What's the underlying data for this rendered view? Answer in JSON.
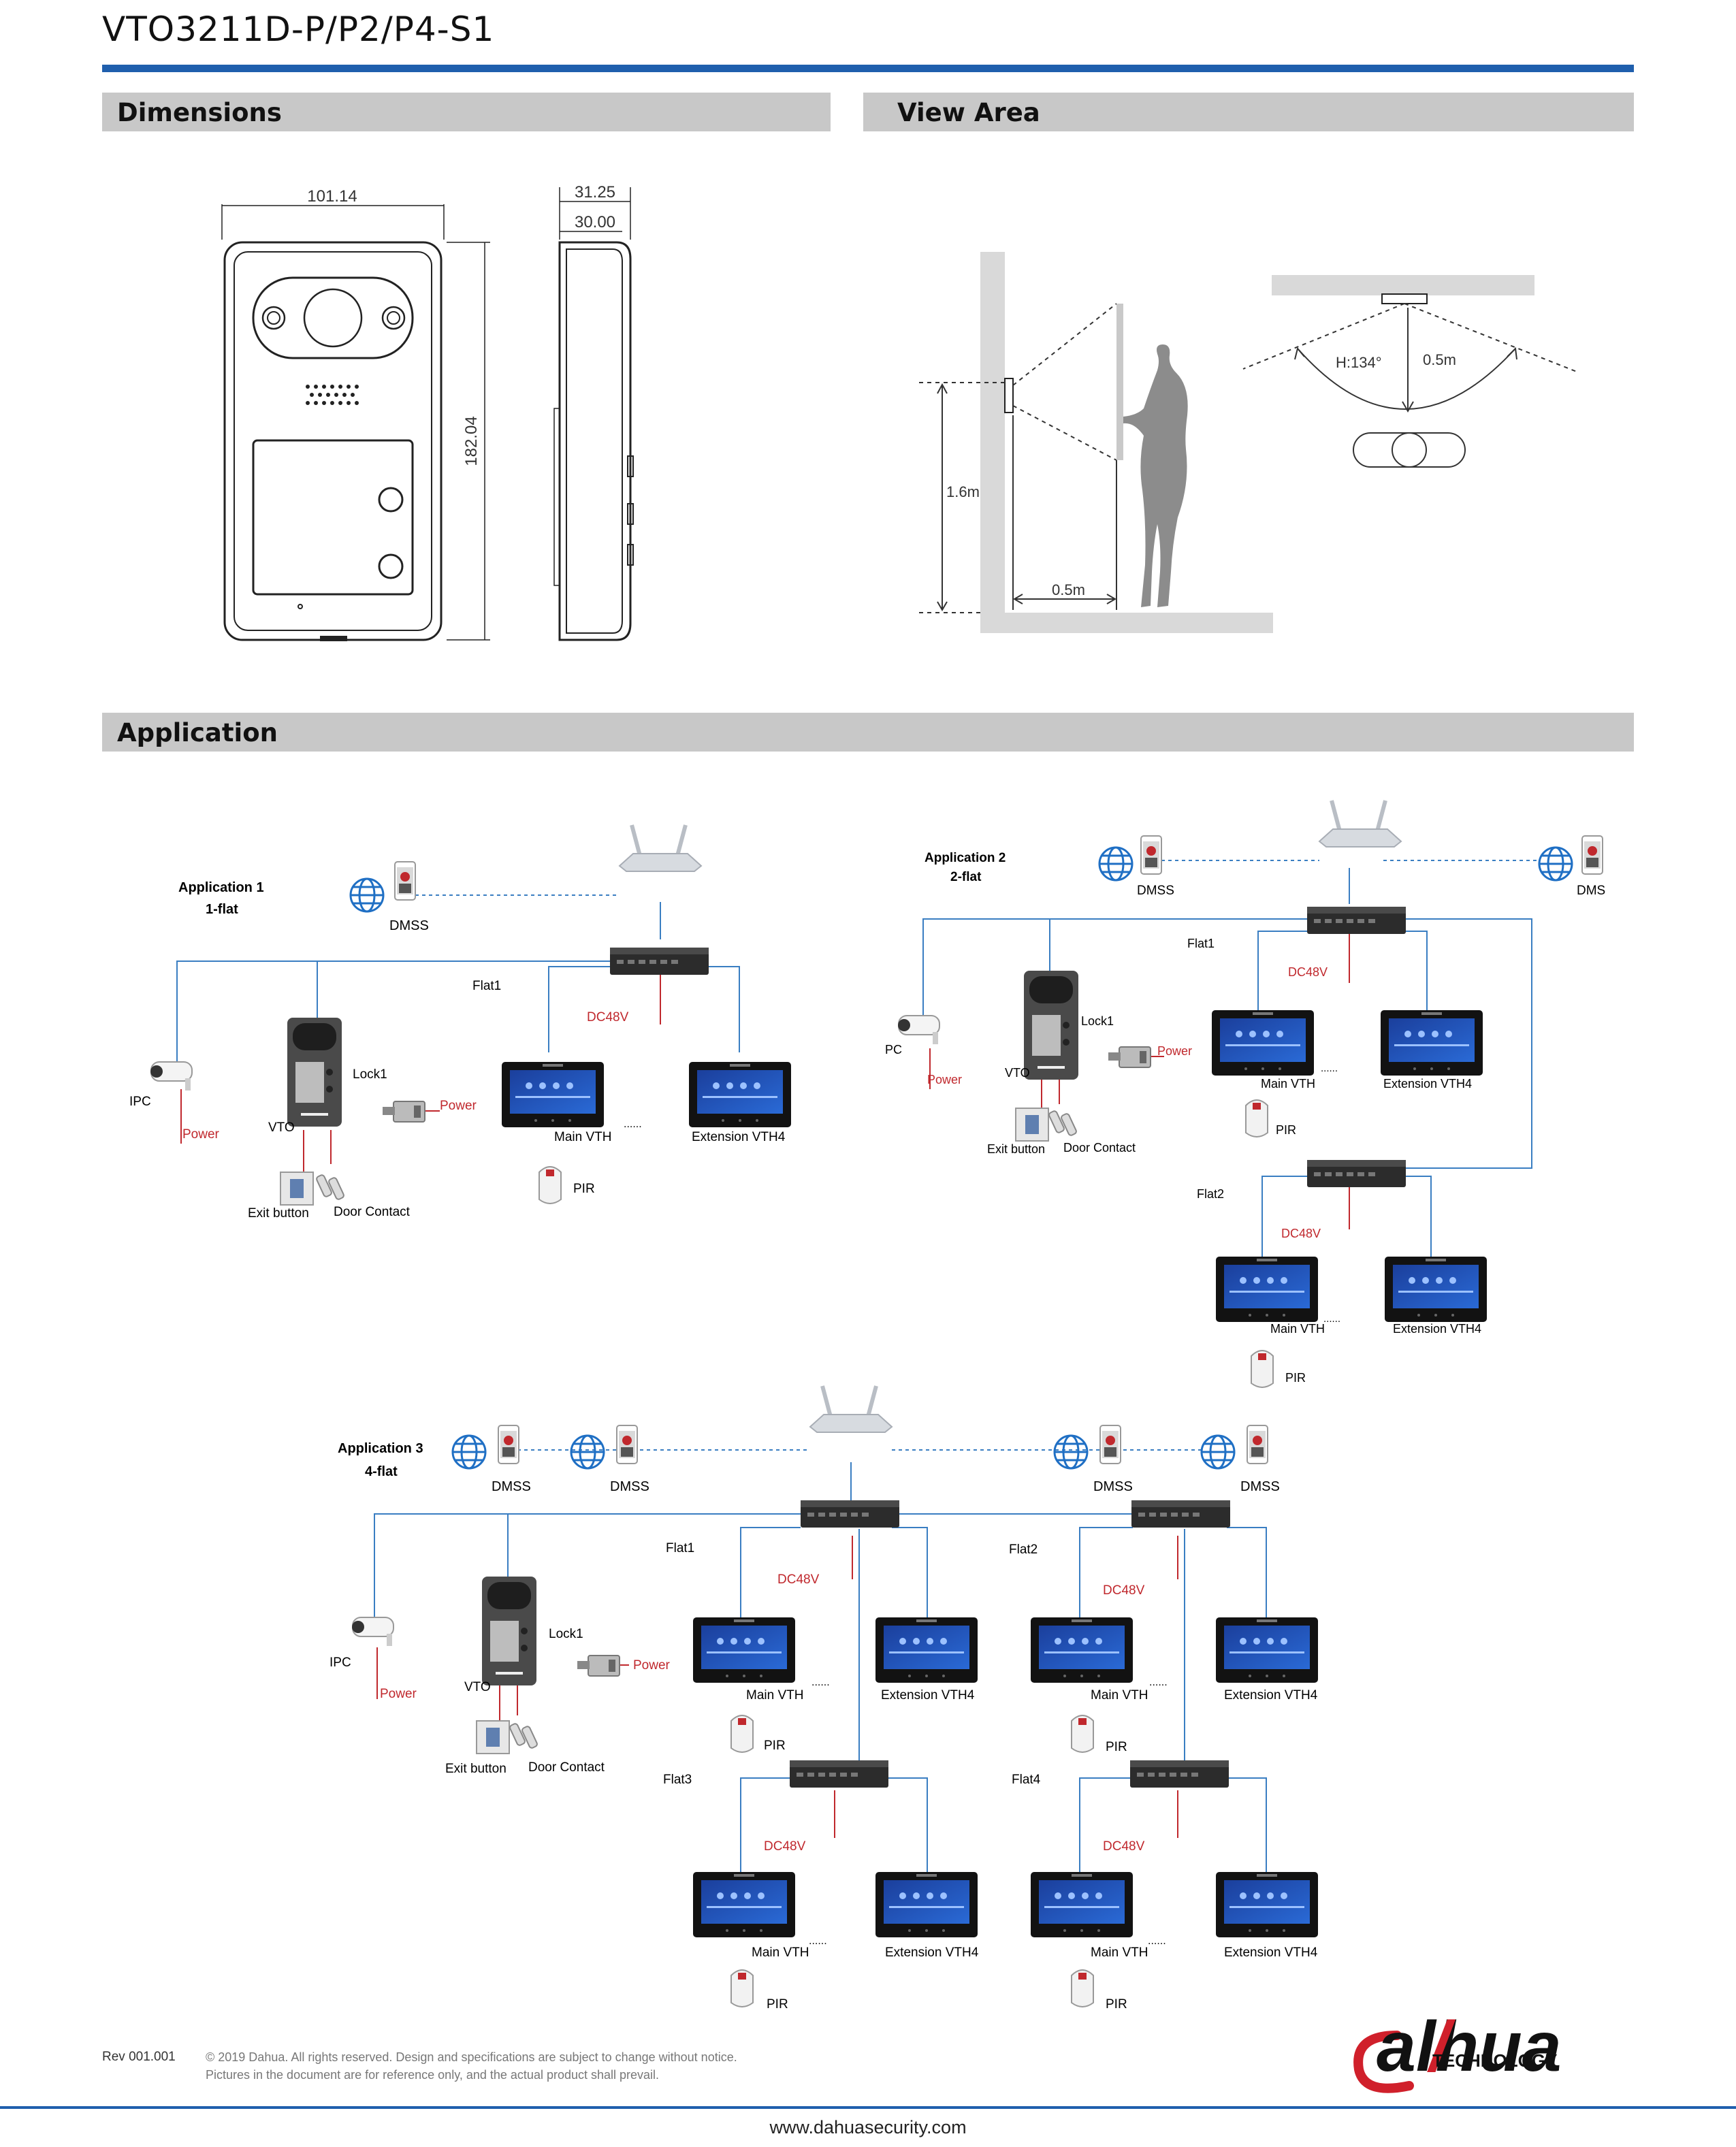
{
  "document": {
    "title": "VTO3211D-P/P2/P4-S1",
    "brand_colors": {
      "accent": "#1f5fad",
      "section_bar": "#c8c8c8",
      "power_red": "#c0282d"
    }
  },
  "sections": {
    "dimensions": "Dimensions",
    "view_area": "View Area",
    "application": "Application"
  },
  "dimensions_drawing": {
    "width": "101.14",
    "depth_outer": "31.25",
    "depth_inner": "30.00",
    "height": "182.04"
  },
  "view_area_drawing": {
    "height_label": "1.6m",
    "distance_label": "0.5m",
    "angle_label": "H:134°",
    "reach_label": "0.5m"
  },
  "applications": {
    "app1": {
      "title": "Application 1",
      "subtitle": "1-flat",
      "dmss": "DMSS",
      "flat": "Flat1",
      "dc": "DC48V",
      "lock": "Lock1",
      "power_lock": "Power",
      "ipc": "IPC",
      "power_ipc": "Power",
      "vto": "VTO",
      "main_vth": "Main VTH",
      "dots": "......",
      "ext_vth": "Extension VTH4",
      "pir": "PIR",
      "exit": "Exit button",
      "door": "Door Contact"
    },
    "app2": {
      "title": "Application 2",
      "subtitle": "2-flat",
      "dmss_left": "DMSS",
      "dmss_right": "DMS",
      "flat1": "Flat1",
      "flat2": "Flat2",
      "dc1": "DC48V",
      "dc2": "DC48V",
      "lock": "Lock1",
      "power_lock": "Power",
      "ipc": "PC",
      "power_ipc": "Power",
      "vto": "VTO",
      "main_vth1": "Main VTH",
      "dots1": "......",
      "ext_vth1": "Extension VTH4",
      "pir1": "PIR",
      "main_vth2": "Main VTH",
      "dots2": "......",
      "ext_vth2": "Extension VTH4",
      "pir2": "PIR",
      "exit": "Exit button",
      "door": "Door Contact"
    },
    "app3": {
      "title": "Application 3",
      "subtitle": "4-flat",
      "dmss": [
        "DMSS",
        "DMSS",
        "DMSS",
        "DMSS"
      ],
      "ipc": "IPC",
      "power_ipc": "Power",
      "vto": "VTO",
      "lock": "Lock1",
      "power_lock": "Power",
      "exit": "Exit button",
      "door": "Door Contact",
      "flats": [
        {
          "name": "Flat1",
          "dc": "DC48V",
          "main": "Main VTH",
          "dots": "......",
          "ext": "Extension VTH4",
          "pir": "PIR"
        },
        {
          "name": "Flat2",
          "dc": "DC48V",
          "main": "Main VTH",
          "dots": "......",
          "ext": "Extension VTH4",
          "pir": "PIR"
        },
        {
          "name": "Flat3",
          "dc": "DC48V",
          "main": "Main VTH",
          "dots": "......",
          "ext": "Extension VTH4",
          "pir": "PIR"
        },
        {
          "name": "Flat4",
          "dc": "DC48V",
          "main": "Main VTH",
          "dots": "......",
          "ext": "Extension VTH4",
          "pir": "PIR"
        }
      ]
    }
  },
  "logo": {
    "wordmark": "alhua",
    "tagline": "TECHNOLOGY"
  },
  "footer": {
    "rev": "Rev 001.001",
    "copyright_line1": "© 2019 Dahua. All rights reserved. Design and specifications are subject to change without notice.",
    "copyright_line2": "Pictures in the document are for reference only, and the actual product shall prevail.",
    "url": "www.dahuasecurity.com"
  }
}
